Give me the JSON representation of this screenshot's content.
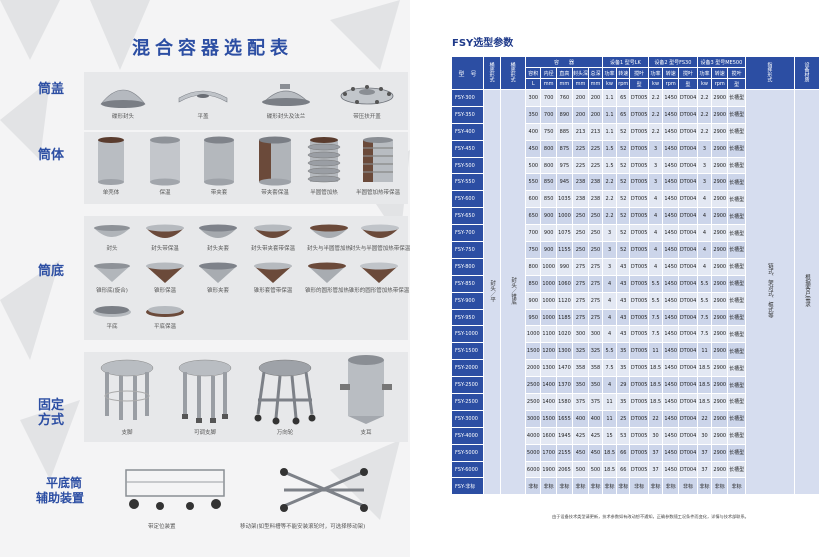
{
  "left": {
    "title": "混合容器选配表",
    "sections": {
      "cover": {
        "title": "筒盖",
        "items": [
          "碟形封头",
          "平盖",
          "碟形封头及法兰",
          "带压扶开盖"
        ]
      },
      "body": {
        "title": "筒体",
        "items": [
          "单壳体",
          "保温",
          "带夹套",
          "带夹套保温",
          "半圆管加热",
          "半圆管加热带保温"
        ]
      },
      "bottom": {
        "title": "筒底",
        "row1": [
          "封头",
          "封头带保温",
          "封头夹套",
          "封头带夹套带保温",
          "封头与半圆管加热",
          "封头与半圆管加热带保温"
        ],
        "row2": [
          "锥形底(旋合)",
          "锥形保温",
          "锥形夹套",
          "锥形套管带保温",
          "锥形的圆形管加热",
          "锥形的圆形管加热带保温"
        ],
        "row3": [
          "平底",
          "平底保温"
        ]
      },
      "fix": {
        "title_line1": "固定",
        "title_line2": "方式",
        "items": [
          "支脚",
          "可调支脚",
          "万向轮",
          "支耳"
        ]
      },
      "aux": {
        "title_line1": "平底筒",
        "title_line2": "辅助装置",
        "note1": "带定位装置",
        "note2": "移动架(如型料槽等不能安装滚轮时，可选择移动架)"
      }
    }
  },
  "right": {
    "title": "FSY选型参数",
    "headers": {
      "model": "型　号",
      "head": "桶底形式",
      "bottom": "桶底形式",
      "container": "容　　器",
      "dev1": "设备1 型号LK",
      "dev2": "设备2 型号FS30",
      "dev3": "设备3 型号ME500",
      "control": "指挥形式",
      "material": "设备材质",
      "sub": [
        "容积",
        "内径",
        "直高",
        "封头深",
        "总深",
        "功率",
        "转速",
        "搅叶",
        "功率",
        "转速",
        "搅叶",
        "功率",
        "转速",
        "搅叶"
      ],
      "units": [
        "L",
        "mm",
        "mm",
        "mm",
        "mm",
        "kw",
        "rpm",
        "型",
        "kw",
        "rpm",
        "型",
        "kw",
        "rpm",
        "型"
      ]
    },
    "merged": {
      "head": "封头／平",
      "bottom": "封头／锥底",
      "control": "链式、架对式、框式等",
      "material": "根据客户需求"
    },
    "rows": [
      [
        "FSY-300",
        "300",
        "700",
        "760",
        "200",
        "200",
        "1.1",
        "65",
        "DT005",
        "2.2",
        "1450",
        "DT004",
        "2.2",
        "2900",
        "长槽型"
      ],
      [
        "FSY-350",
        "350",
        "700",
        "890",
        "200",
        "200",
        "1.1",
        "65",
        "DT005",
        "2.2",
        "1450",
        "DT004",
        "2.2",
        "2900",
        "长槽型"
      ],
      [
        "FSY-400",
        "400",
        "750",
        "885",
        "213",
        "213",
        "1.1",
        "52",
        "DT005",
        "2.2",
        "1450",
        "DT004",
        "2.2",
        "2900",
        "长槽型"
      ],
      [
        "FSY-450",
        "450",
        "800",
        "875",
        "225",
        "225",
        "1.5",
        "52",
        "DT005",
        "3",
        "1450",
        "DT004",
        "3",
        "2900",
        "长槽型"
      ],
      [
        "FSY-500",
        "500",
        "800",
        "975",
        "225",
        "225",
        "1.5",
        "52",
        "DT005",
        "3",
        "1450",
        "DT004",
        "3",
        "2900",
        "长槽型"
      ],
      [
        "FSY-550",
        "550",
        "850",
        "945",
        "238",
        "238",
        "2.2",
        "52",
        "DT005",
        "3",
        "1450",
        "DT004",
        "3",
        "2900",
        "长槽型"
      ],
      [
        "FSY-600",
        "600",
        "850",
        "1035",
        "238",
        "238",
        "2.2",
        "52",
        "DT005",
        "4",
        "1450",
        "DT004",
        "4",
        "2900",
        "长槽型"
      ],
      [
        "FSY-650",
        "650",
        "900",
        "1000",
        "250",
        "250",
        "2.2",
        "52",
        "DT005",
        "4",
        "1450",
        "DT004",
        "4",
        "2900",
        "长槽型"
      ],
      [
        "FSY-700",
        "700",
        "900",
        "1075",
        "250",
        "250",
        "3",
        "52",
        "DT005",
        "4",
        "1450",
        "DT004",
        "4",
        "2900",
        "长槽型"
      ],
      [
        "FSY-750",
        "750",
        "900",
        "1155",
        "250",
        "250",
        "3",
        "52",
        "DT005",
        "4",
        "1450",
        "DT004",
        "4",
        "2900",
        "长槽型"
      ],
      [
        "FSY-800",
        "800",
        "1000",
        "990",
        "275",
        "275",
        "3",
        "43",
        "DT005",
        "4",
        "1450",
        "DT004",
        "4",
        "2900",
        "长槽型"
      ],
      [
        "FSY-850",
        "850",
        "1000",
        "1060",
        "275",
        "275",
        "4",
        "43",
        "DT005",
        "5.5",
        "1450",
        "DT004",
        "5.5",
        "2900",
        "长槽型"
      ],
      [
        "FSY-900",
        "900",
        "1000",
        "1120",
        "275",
        "275",
        "4",
        "43",
        "DT005",
        "5.5",
        "1450",
        "DT004",
        "5.5",
        "2900",
        "长槽型"
      ],
      [
        "FSY-950",
        "950",
        "1000",
        "1185",
        "275",
        "275",
        "4",
        "43",
        "DT005",
        "7.5",
        "1450",
        "DT004",
        "7.5",
        "2900",
        "长槽型"
      ],
      [
        "FSY-1000",
        "1000",
        "1100",
        "1020",
        "300",
        "300",
        "4",
        "43",
        "DT005",
        "7.5",
        "1450",
        "DT004",
        "7.5",
        "2900",
        "长槽型"
      ],
      [
        "FSY-1500",
        "1500",
        "1200",
        "1300",
        "325",
        "325",
        "5.5",
        "35",
        "DT005",
        "11",
        "1450",
        "DT004",
        "11",
        "2900",
        "长槽型"
      ],
      [
        "FSY-2000",
        "2000",
        "1300",
        "1470",
        "358",
        "358",
        "7.5",
        "35",
        "DT005",
        "18.5",
        "1450",
        "DT004",
        "18.5",
        "2900",
        "长槽型"
      ],
      [
        "FSY-2500",
        "2500",
        "1400",
        "1370",
        "350",
        "350",
        "4",
        "29",
        "DT005",
        "18.5",
        "1450",
        "DT004",
        "18.5",
        "2900",
        "长槽型"
      ],
      [
        "FSY-2500",
        "2500",
        "1400",
        "1580",
        "375",
        "375",
        "11",
        "35",
        "DT005",
        "18.5",
        "1450",
        "DT004",
        "18.5",
        "2900",
        "长槽型"
      ],
      [
        "FSY-3000",
        "3000",
        "1500",
        "1655",
        "400",
        "400",
        "11",
        "25",
        "DT005",
        "22",
        "1450",
        "DT004",
        "22",
        "2900",
        "长槽型"
      ],
      [
        "FSY-4000",
        "4000",
        "1600",
        "1945",
        "425",
        "425",
        "15",
        "53",
        "DT005",
        "30",
        "1450",
        "DT004",
        "30",
        "2900",
        "长槽型"
      ],
      [
        "FSY-5000",
        "5000",
        "1700",
        "2155",
        "450",
        "450",
        "18.5",
        "66",
        "DT005",
        "37",
        "1450",
        "DT004",
        "37",
        "2900",
        "长槽型"
      ],
      [
        "FSY-6000",
        "6000",
        "1900",
        "2065",
        "500",
        "500",
        "18.5",
        "66",
        "DT005",
        "37",
        "1450",
        "DT004",
        "37",
        "2900",
        "长槽型"
      ],
      [
        "FSY-非标",
        "非标",
        "非标",
        "非标",
        "非标",
        "非标",
        "非标",
        "非标",
        "非标",
        "非标",
        "非标",
        "非标",
        "非标",
        "非标",
        "非标"
      ]
    ],
    "footnote": "由于设备技术类型请更新，技术参数如有改动恕不通知，正确参数随工况条件而变化，详情与技术部联系。"
  },
  "colors": {
    "accent": "#2c4ea3",
    "row_light": "#e3e8f3",
    "row_dark": "#ccd5ea",
    "steel": "#a9adb3",
    "jacket": "#6b4a3a"
  }
}
